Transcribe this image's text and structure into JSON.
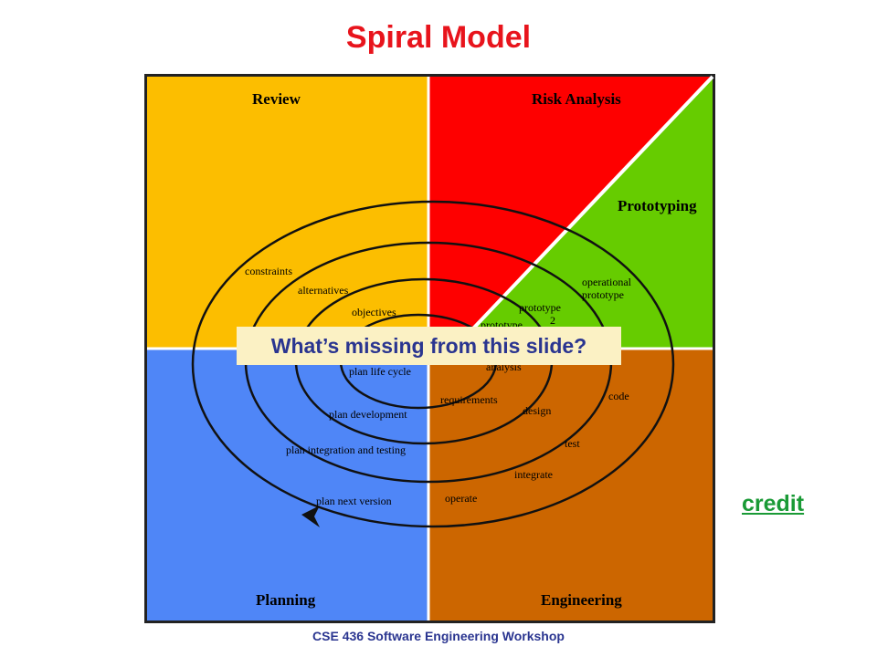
{
  "slide": {
    "title": "Spiral Model",
    "question": "What’s missing from this slide?",
    "credit_link": "credit",
    "footer": "CSE 436   Software Engineering Workshop"
  },
  "diagram": {
    "quadrants": {
      "review": "Review",
      "risk_analysis": "Risk Analysis",
      "prototyping": "Prototyping",
      "planning": "Planning",
      "engineering": "Engineering"
    },
    "spiral_labels": {
      "constraints": "constraints",
      "alternatives": "alternatives",
      "objectives": "objectives",
      "operational_prototype_line1": "operational",
      "operational_prototype_line2": "prototype",
      "prototype_2_line1": "prototype",
      "prototype_2_line2": "2",
      "prototype_1": "prototype",
      "analysis": "analysis",
      "plan_life_cycle": "plan life cycle",
      "plan_development": "plan development",
      "plan_integration": "plan integration and testing",
      "plan_next_version": "plan next version",
      "requirements": "requirements",
      "design": "design",
      "code": "code",
      "test": "test",
      "integrate": "integrate",
      "operate": "operate"
    },
    "colors": {
      "review": "#fcbe00",
      "risk": "#fe0000",
      "prototyping": "#66cc00",
      "planning": "#4f86f7",
      "engineering": "#cc6600",
      "border": "#222222"
    }
  }
}
